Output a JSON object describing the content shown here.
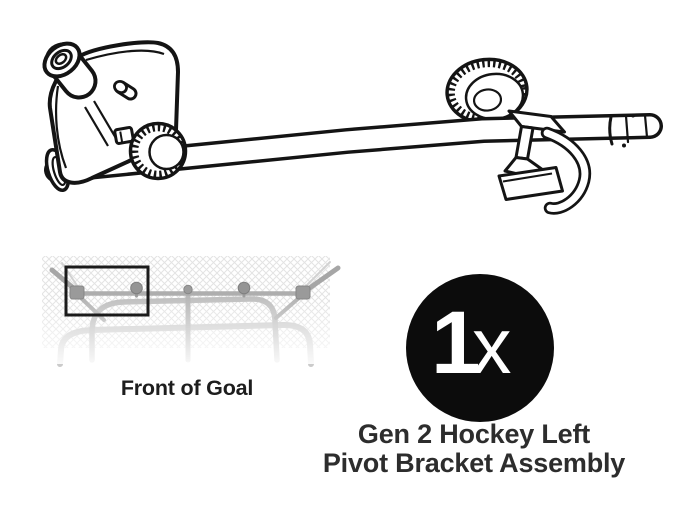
{
  "illustration": {
    "ink_color": "#141414"
  },
  "location_diagram": {
    "caption": "Front of Goal",
    "tube_color": "#c0c0c0",
    "net_color": "#e3e3e3",
    "highlight_color": "#1b1b1b",
    "caption_color": "#1d1d1d"
  },
  "quantity_badge": {
    "count": "1",
    "multiplier": "x",
    "background": "#0c0c0c",
    "text_color": "#ffffff"
  },
  "part_label": {
    "line1": "Gen 2 Hockey Left",
    "line2": "Pivot Bracket Assembly",
    "color": "#2d2d2d"
  }
}
